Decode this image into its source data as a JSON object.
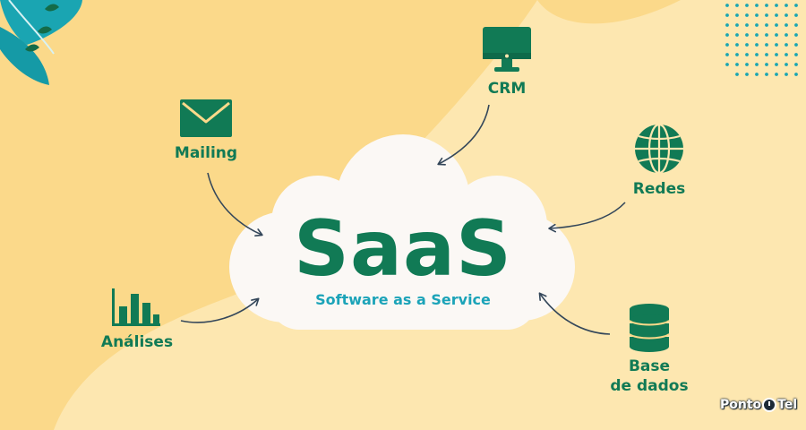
{
  "center": {
    "title": "SaaS",
    "subtitle": "Software as a Service"
  },
  "nodes": {
    "crm": {
      "label": "CRM",
      "icon": "monitor-icon"
    },
    "mailing": {
      "label": "Mailing",
      "icon": "envelope-icon"
    },
    "redes": {
      "label": "Redes",
      "icon": "globe-icon"
    },
    "analises": {
      "label": "Análises",
      "icon": "bar-chart-icon"
    },
    "base": {
      "line1": "Base",
      "line2": "de dados",
      "icon": "database-icon"
    }
  },
  "brand": {
    "part1": "Ponto",
    "part2": "Tel"
  },
  "colors": {
    "background": "#fbd98a",
    "green": "#117a55",
    "teal": "#1ba3b8",
    "cloud": "#fbf8f5",
    "arrow": "#34475a"
  }
}
